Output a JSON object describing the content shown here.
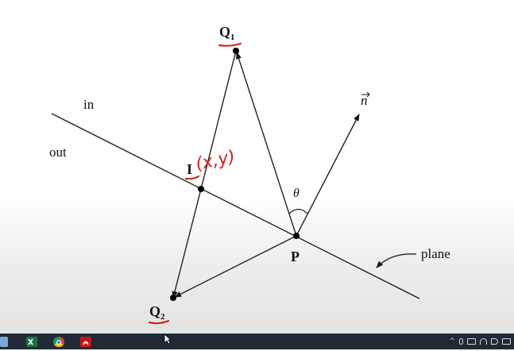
{
  "diagram": {
    "labels": {
      "region_in": "in",
      "region_out": "out",
      "point_q1": "Q",
      "point_q1_sub": "1",
      "point_q2": "Q",
      "point_q2_sub": "2",
      "point_i": "I",
      "point_p": "P",
      "normal": "n",
      "angle": "θ",
      "plane": "plane"
    },
    "annotations": {
      "handwritten_coords": "(x,y)"
    },
    "colors": {
      "ink": "#111111",
      "handwriting": "#d42020"
    }
  },
  "taskbar": {
    "icons": [
      "windows-explorer-icon",
      "excel-icon",
      "chrome-icon",
      "acrobat-icon"
    ],
    "tray_icons": [
      "chevron-up-icon",
      "microphone-icon",
      "battery-icon",
      "wifi-icon",
      "volume-icon",
      "keyboard-icon"
    ]
  }
}
